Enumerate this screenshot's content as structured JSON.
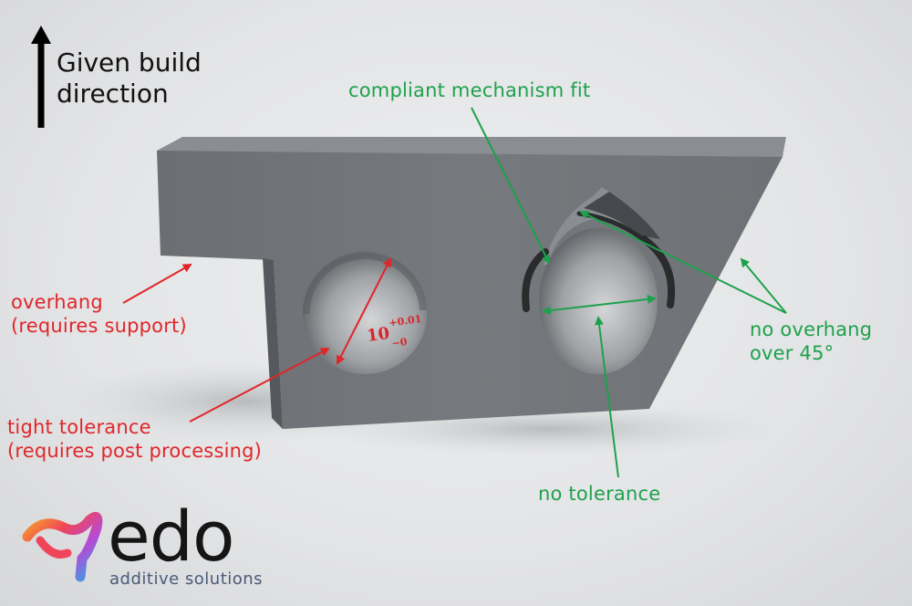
{
  "build_direction": {
    "line1": "Given build",
    "line2": "direction"
  },
  "annotations": {
    "compliant": "compliant mechanism fit",
    "overhang_line1": "overhang",
    "overhang_line2": "(requires support)",
    "tight_line1": "tight tolerance",
    "tight_line2": "(requires post processing)",
    "no_overhang_line1": "no overhang",
    "no_overhang_line2": "over 45°",
    "no_tolerance": "no tolerance"
  },
  "tolerance": {
    "nominal": "10",
    "upper": "+0.01",
    "lower": "−0"
  },
  "logo": {
    "word": "edo",
    "tagline": "additive solutions"
  },
  "colors": {
    "red": "#e0262a",
    "green": "#1ea14c",
    "part": "#74777b"
  }
}
